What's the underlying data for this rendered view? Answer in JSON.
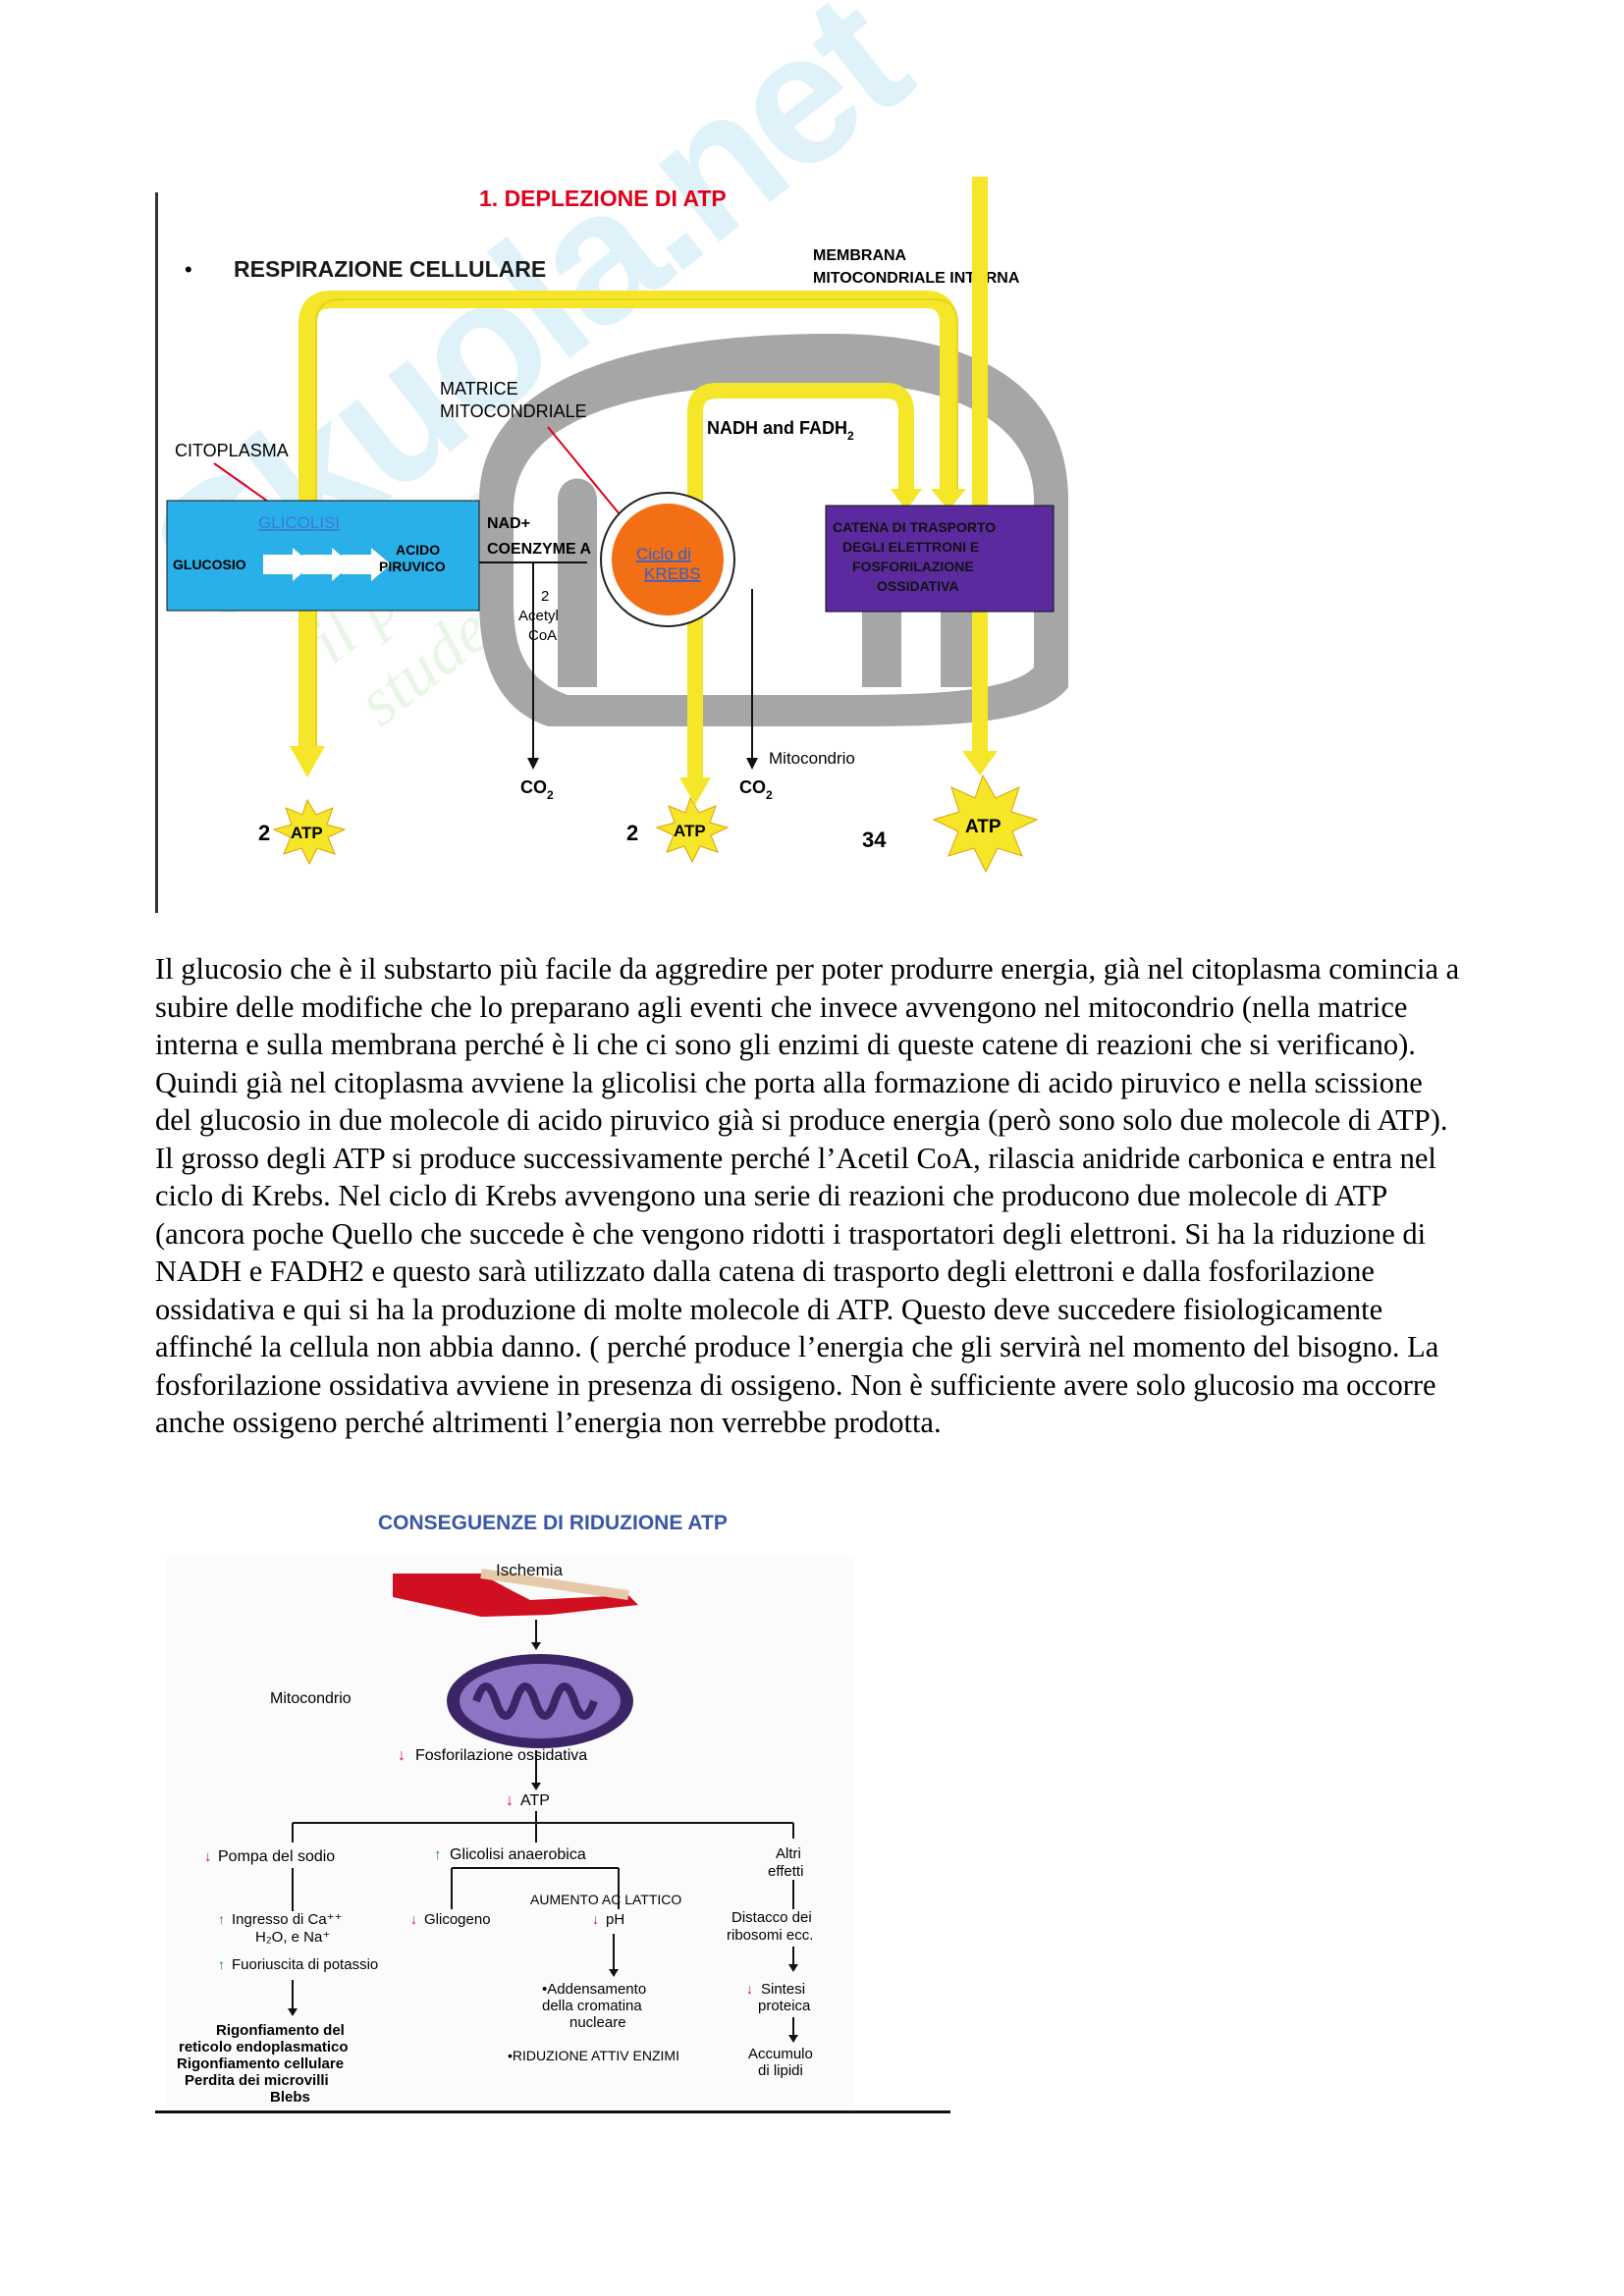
{
  "watermark": {
    "brand": "Skuola.net",
    "tagline": "il portale dello studente"
  },
  "figure1": {
    "title": "1.   DEPLEZIONE DI ATP",
    "bullet": "RESPIRAZIONE CELLULARE",
    "membrane_line1": "MEMBRANA",
    "membrane_line2": "MITOCONDRIALE INTERNA",
    "matrix_line1": "MATRICE",
    "matrix_line2": "MITOCONDRIALE",
    "nadh": "NADH and FADH",
    "nadh_sub": "2",
    "citoplasma": "CITOPLASMA",
    "glicolisi": "GLICOLISI",
    "glucosio": "GLUCOSIO",
    "acido_line1": "ACIDO",
    "acido_line2": "PIRUVICO",
    "nad_line1": "NAD+",
    "nad_line2": "COENZYME A",
    "acetyl_line1": "2",
    "acetyl_line2": "Acetyl",
    "acetyl_line3": "CoA",
    "krebs_line1": "Ciclo di",
    "krebs_line2": "KREBS",
    "catena_line1": "CATENA DI TRASPORTO",
    "catena_line2": "DEGLI ELETTRONI E",
    "catena_line3": "FOSFORILAZIONE",
    "catena_line4": "OSSIDATIVA",
    "mitocondrio": "Mitocondrio",
    "co2": "CO",
    "co2_sub": "2",
    "atp": "ATP",
    "atp_count_1": "2",
    "atp_count_2": "2",
    "atp_count_3": "34",
    "colors": {
      "yellow": "#f5e629",
      "cyan": "#2ab0e8",
      "purple": "#5b2a9e",
      "orange": "#f36f15",
      "gray": "#a6a6a6",
      "red": "#e0001a"
    }
  },
  "body_text": "Il glucosio che è il substarto più facile da aggredire per poter produrre energia, già nel citoplasma comincia a subire delle modifiche che lo preparano agli eventi che invece avvengono nel mitocondrio (nella matrice interna e sulla membrana perché è li che ci sono gli enzimi di queste catene di reazioni che si verificano). Quindi già nel citoplasma avviene la glicolisi che porta alla formazione di acido piruvico e nella scissione del glucosio in due molecole di acido piruvico già si produce energia (però sono solo due molecole di ATP). Il grosso degli ATP si produce successivamente perché l’Acetil CoA, rilascia anidride carbonica e entra nel ciclo di Krebs. Nel ciclo di Krebs avvengono una serie di reazioni che producono due molecole di ATP (ancora poche Quello che succede è che vengono ridotti i trasportatori degli elettroni. Si ha la riduzione di NADH e FADH2 e questo sarà utilizzato dalla catena di trasporto degli elettroni e dalla fosforilazione ossidativa e qui si ha la produzione di molte molecole di ATP. Questo deve succedere fisiologicamente affinché la cellula non abbia danno. ( perché produce l’energia che gli servirà nel momento del bisogno. La fosforilazione ossidativa avviene in presenza di ossigeno. Non  è sufficiente avere solo glucosio ma occorre anche ossigeno perché altrimenti l’energia non verrebbe prodotta.",
  "figure2": {
    "title": "CONSEGUENZE DI RIDUZIONE ATP",
    "ischemia": "Ischemia",
    "mitocondrio": "Mitocondrio",
    "fosforilazione": "Fosforilazione ossidativa",
    "atp": "ATP",
    "pompa": "Pompa del sodio",
    "glicolisi": "Glicolisi anaerobica",
    "altri_line1": "Altri",
    "altri_line2": "effetti",
    "aumento": "AUMENTO AC LATTICO",
    "ingresso_line1": "Ingresso di Ca⁺⁺",
    "ingresso_line2": "H₂O, e Na⁺",
    "glicogeno": "Glicogeno",
    "ph": "pH",
    "distacco_line1": "Distacco dei",
    "distacco_line2": "ribosomi ecc.",
    "fuoriuscita": "Fuoriuscita di potassio",
    "addensamento_line1": "•Addensamento",
    "addensamento_line2": "della cromatina",
    "addensamento_line3": "nucleare",
    "sintesi_line1": "Sintesi",
    "sintesi_line2": "proteica",
    "rigonf_line1": "Rigonfiamento del",
    "rigonf_line2": "reticolo endoplasmatico",
    "rigonf_line3": "Rigonfiamento cellulare",
    "rigonf_line4": "Perdita dei microvilli",
    "rigonf_line5": "Blebs",
    "riduzione": "•RIDUZIONE ATTIV ENZIMI",
    "accumulo_line1": "Accumulo",
    "accumulo_line2": "di lipidi"
  }
}
